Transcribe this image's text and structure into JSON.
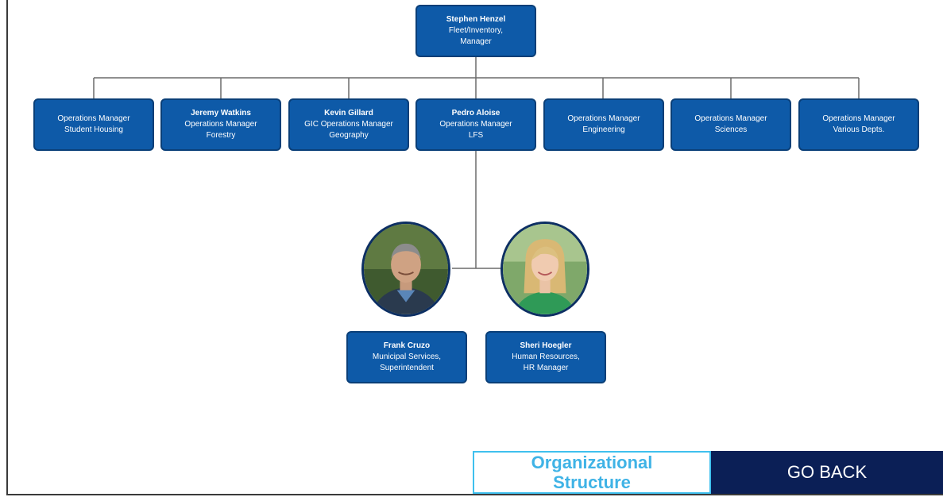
{
  "top": {
    "name": "Stephen Henzel",
    "line1": "Fleet/Inventory,",
    "line2": "Manager"
  },
  "managers": [
    {
      "name": "",
      "line1": "Operations Manager",
      "line2": "Student Housing"
    },
    {
      "name": "Jeremy Watkins",
      "line1": "Operations Manager",
      "line2": "Forestry"
    },
    {
      "name": "Kevin Gillard",
      "line1": "GIC Operations Manager",
      "line2": "Geography"
    },
    {
      "name": "Pedro Aloise",
      "line1": "Operations Manager",
      "line2": "LFS"
    },
    {
      "name": "",
      "line1": "Operations Manager",
      "line2": "Engineering"
    },
    {
      "name": "",
      "line1": "Operations Manager",
      "line2": "Sciences"
    },
    {
      "name": "",
      "line1": "Operations Manager",
      "line2": "Various Depts."
    }
  ],
  "reports": [
    {
      "name": "Frank Cruzo",
      "line1": "Municipal Services,",
      "line2": "Superintendent"
    },
    {
      "name": "Sheri Hoegler",
      "line1": "Human Resources,",
      "line2": "HR Manager"
    }
  ],
  "footer": {
    "title_line1": "Organizational",
    "title_line2": "Structure",
    "go_back": "GO BACK"
  },
  "colors": {
    "box_fill": "#0e5aa8",
    "box_border": "#0a3f78",
    "title_accent": "#3fb3e6",
    "go_back_bg": "#0b1f56"
  }
}
